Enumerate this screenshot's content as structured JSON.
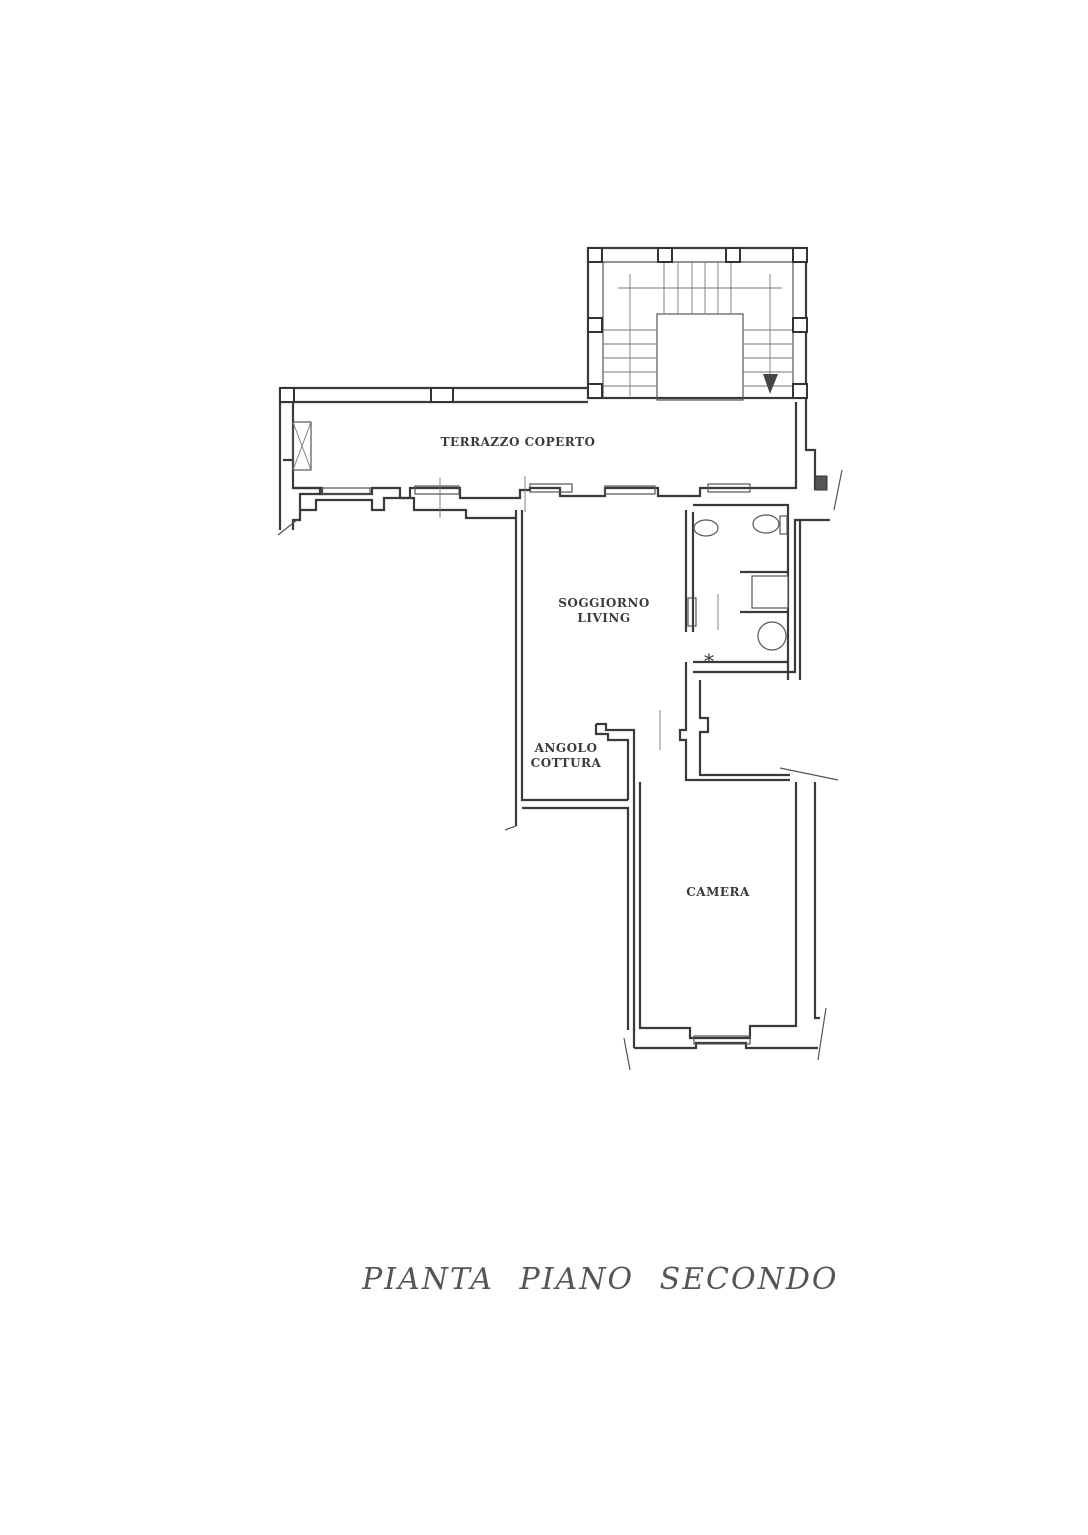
{
  "plan": {
    "title": "PIANTA PIANO SECONDO",
    "rooms": [
      {
        "id": "terrazzo",
        "label": "TERRAZZO COPERTO"
      },
      {
        "id": "soggiorno",
        "label_line1": "SOGGIORNO",
        "label_line2": "LIVING"
      },
      {
        "id": "cottura",
        "label_line1": "ANGOLO",
        "label_line2": "COTTURA"
      },
      {
        "id": "camera",
        "label": "CAMERA"
      }
    ],
    "symbols": {
      "stair_arrow": "down-arrow",
      "bathroom_mark": "*"
    },
    "colors": {
      "line": "#3a3a3a",
      "background": "#ffffff",
      "title": "#555555"
    }
  }
}
